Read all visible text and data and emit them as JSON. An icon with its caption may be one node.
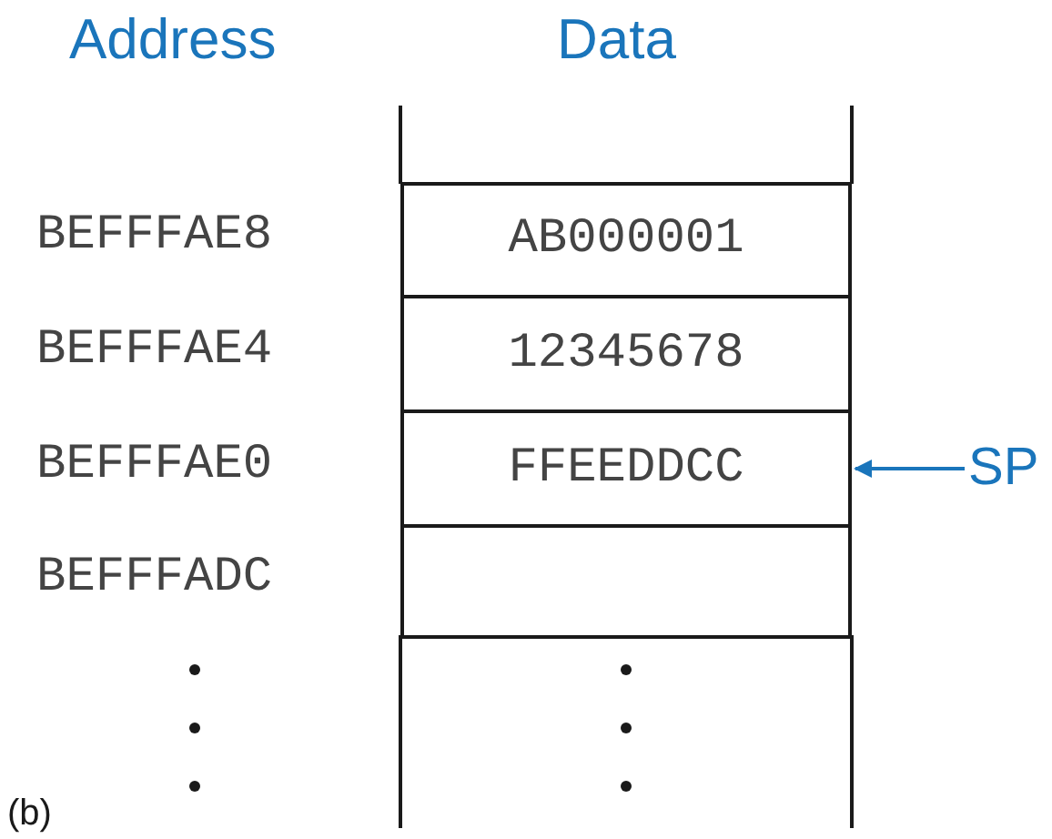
{
  "diagram": {
    "nodes": [
      {
        "text": [
          "AB000001"
        ]
      },
      {
        "text": [
          "12345678"
        ]
      },
      {
        "text": [
          "FFEEDDCC"
        ]
      },
      {
        "text": [],
        "shape": "box"
      },
      {
        "text": [
          "SP"
        ]
      }
    ],
    "edges": [
      {
        "from": 4,
        "to": 2,
        "arrow": "to"
      }
    ],
    "labels": [
      "Address",
      "Data",
      "BEFFFAE8",
      "BEFFFAE4",
      "BEFFFAE0",
      "BEFFFADC",
      "(b)"
    ]
  }
}
